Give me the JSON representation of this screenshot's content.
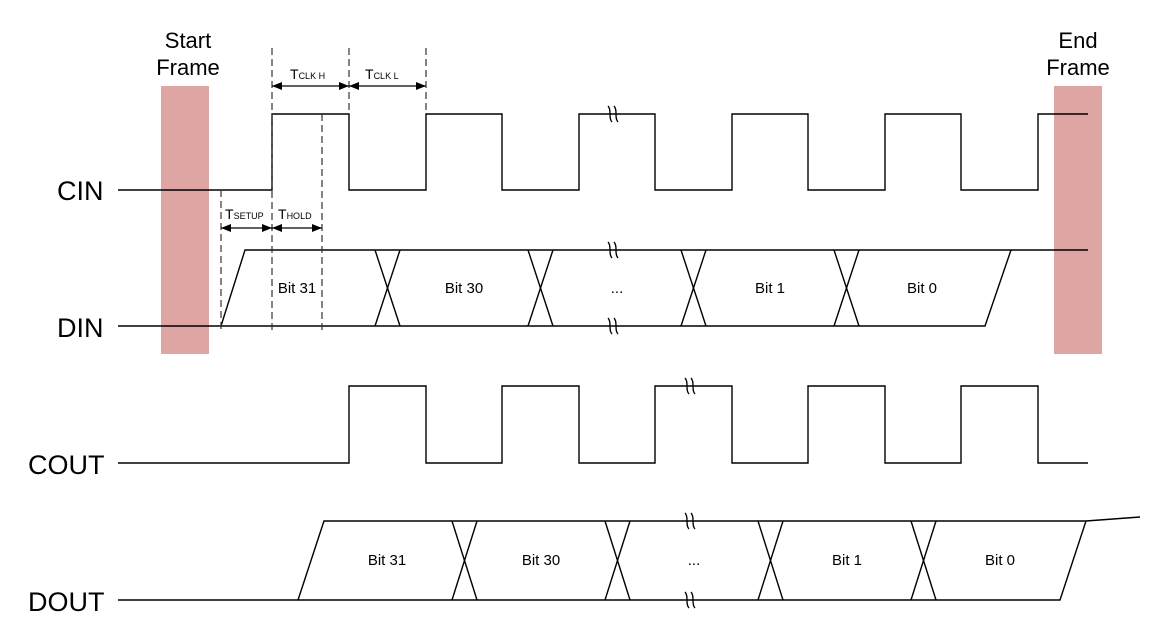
{
  "frames": {
    "start": {
      "line1": "Start",
      "line2": "Frame",
      "color": "#dea5a3"
    },
    "end": {
      "line1": "End",
      "line2": "Frame",
      "color": "#dea5a3"
    }
  },
  "signals": {
    "cin": "CIN",
    "din": "DIN",
    "cout": "COUT",
    "dout": "DOUT"
  },
  "din_bits": [
    "Bit 31",
    "Bit 30",
    "...",
    "Bit 1",
    "Bit 0"
  ],
  "dout_bits": [
    "Bit 31",
    "Bit 30",
    "...",
    "Bit 1",
    "Bit 0"
  ],
  "timing": {
    "clk_high": {
      "main": "T",
      "sub": "CLK H"
    },
    "clk_low": {
      "main": "T",
      "sub": "CLK L"
    },
    "setup": {
      "main": "T",
      "sub": "SETUP"
    },
    "hold": {
      "main": "T",
      "sub": "HOLD"
    }
  }
}
